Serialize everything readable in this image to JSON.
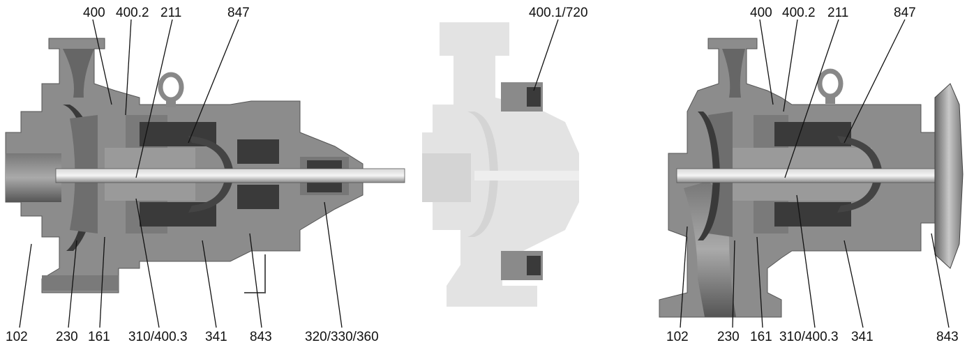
{
  "left_pump": {
    "top_labels": [
      "400",
      "400.2",
      "211",
      "847"
    ],
    "bottom_labels": [
      "102",
      "230",
      "161",
      "310/400.3",
      "341",
      "843",
      "320/330/360"
    ]
  },
  "middle_pump": {
    "top_labels": [
      "400.1/720"
    ]
  },
  "right_pump": {
    "top_labels": [
      "400",
      "400.2",
      "211",
      "847"
    ],
    "bottom_labels": [
      "102",
      "230",
      "161",
      "310/400.3",
      "341",
      "843"
    ]
  }
}
